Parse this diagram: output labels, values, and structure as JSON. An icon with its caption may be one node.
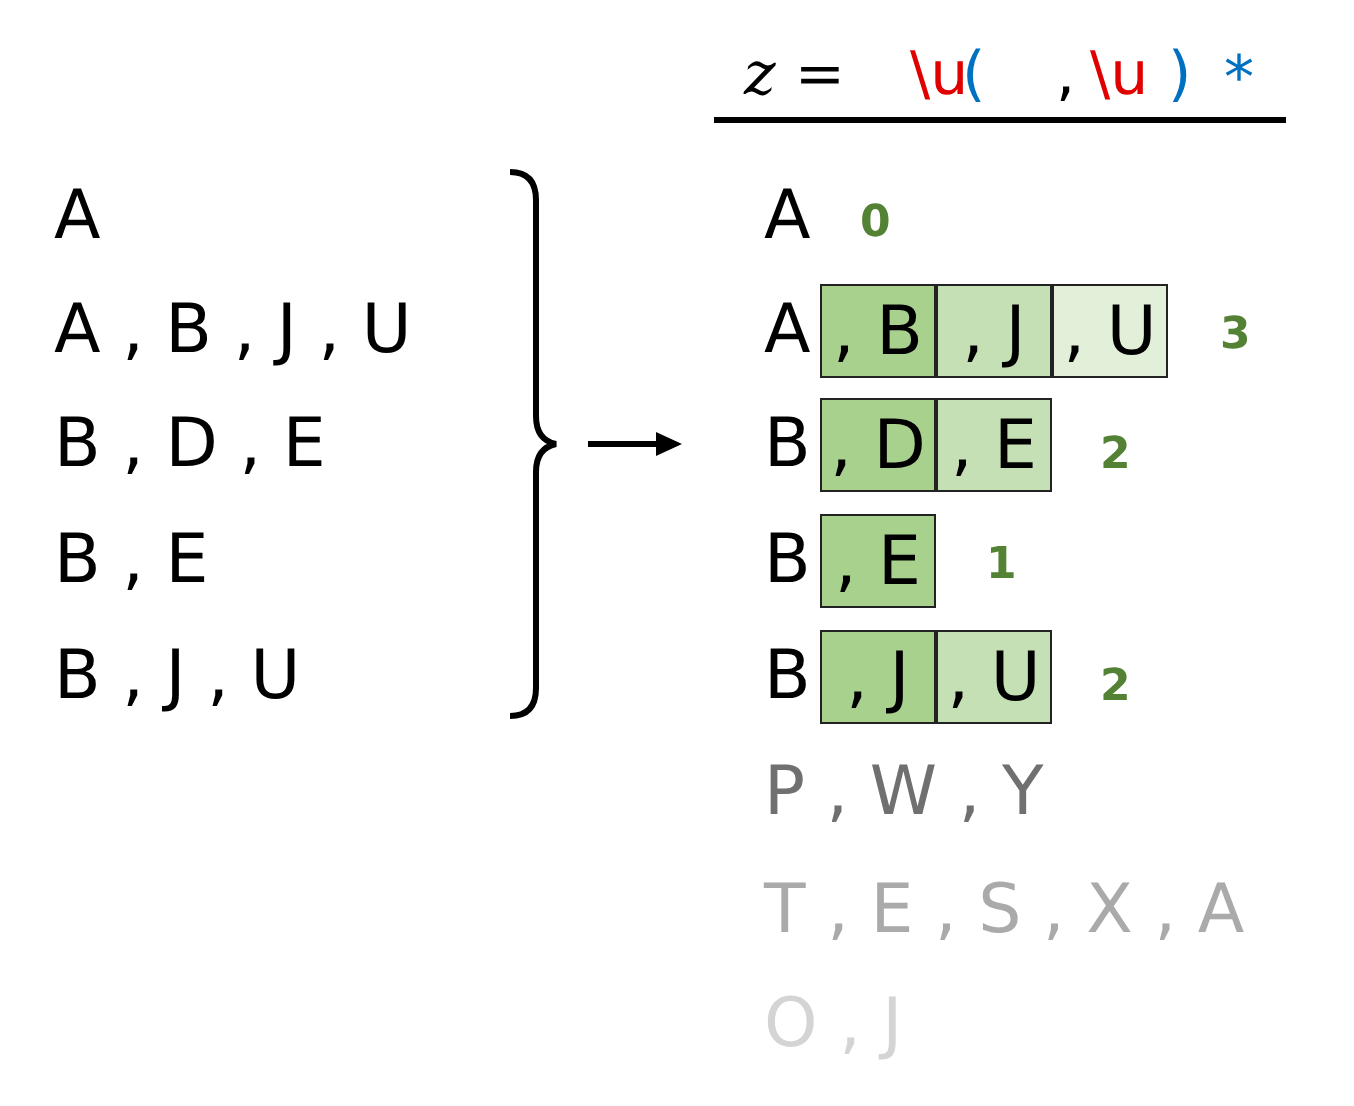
{
  "diagram": {
    "nodes": [
      {
        "text": [
          ", B"
        ]
      },
      {
        "text": [
          ", J"
        ]
      },
      {
        "text": [
          ", U"
        ]
      },
      {
        "text": [
          ", D"
        ]
      },
      {
        "text": [
          ", E"
        ]
      },
      {
        "text": [
          ", E"
        ]
      },
      {
        "text": [
          ", J"
        ]
      },
      {
        "text": [
          ", U"
        ]
      }
    ],
    "labels": [
      "z =",
      "\\u",
      "(",
      ",",
      "\\u",
      ")",
      "*",
      "A",
      "A , B , J , U",
      "B , D , E",
      "B , E",
      "B , J , U",
      "A",
      "0",
      "A",
      "3",
      "B",
      "2",
      "B",
      "1",
      "B",
      "2",
      "P , W , Y",
      "T , E , S , X , A",
      "O , J"
    ]
  }
}
